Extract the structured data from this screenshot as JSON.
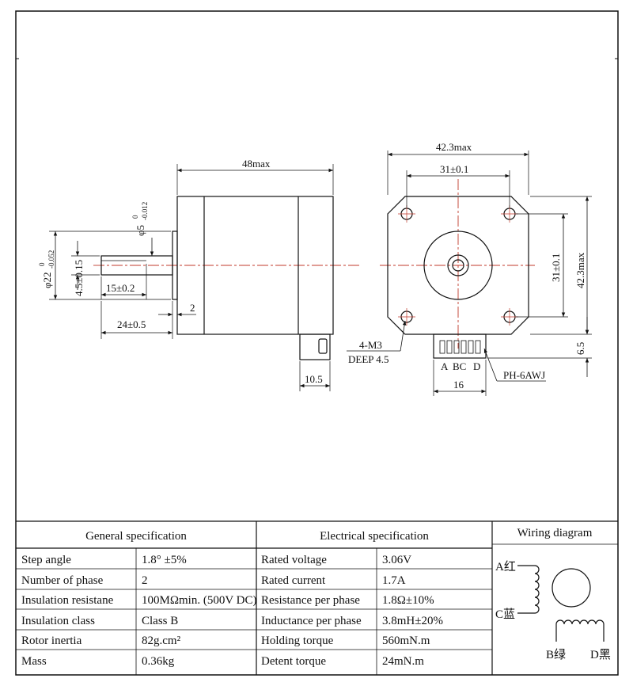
{
  "drawing": {
    "side_view": {
      "length_max": "48max",
      "shaft_dia": "φ5",
      "shaft_tol_upper": "0",
      "shaft_tol_lower": "-0.012",
      "boss_dia": "φ22",
      "boss_tol_upper": "0",
      "boss_tol_lower": "-0.052",
      "flat_depth": "4.5±0.15",
      "flat_length": "15±0.2",
      "shaft_length": "24±0.5",
      "boss_height": "2",
      "connector_width": "10.5"
    },
    "front_view": {
      "width_max": "42.3max",
      "hole_pitch_h": "31±0.1",
      "hole_pitch_v": "31±0.1",
      "height_max": "42.3max",
      "holes_label_1": "4-M3",
      "holes_label_2": "DEEP 4.5",
      "connector_offset": "6.5",
      "connector_width": "16",
      "connector_model": "PH-6AWJ",
      "pin_a": "A",
      "pin_bc": "BC",
      "pin_d": "D"
    }
  },
  "table": {
    "general_header": "General   specification",
    "electrical_header": "Electrical   specification",
    "wiring_header": "Wiring diagram",
    "general_rows": [
      {
        "label": "Step angle",
        "value": "1.8° ±5%"
      },
      {
        "label": "Number of phase",
        "value": "2"
      },
      {
        "label": "Insulation resistane",
        "value": "100MΩmin. (500V DC)"
      },
      {
        "label": "Insulation class",
        "value": "Class B"
      },
      {
        "label": "Rotor inertia",
        "value": "82g.cm²"
      },
      {
        "label": "Mass",
        "value": "0.36kg"
      }
    ],
    "electrical_rows": [
      {
        "label": "Rated voltage",
        "value": "3.06V"
      },
      {
        "label": "Rated current",
        "value": "1.7A"
      },
      {
        "label": "Resistance per phase",
        "value": "1.8Ω±10%"
      },
      {
        "label": "Inductance per phase",
        "value": "3.8mH±20%"
      },
      {
        "label": "Holding torque",
        "value": "560mN.m"
      },
      {
        "label": "Detent torque",
        "value": "24mN.m"
      }
    ],
    "wiring": {
      "a_label": "A红",
      "c_label": "C蓝",
      "b_label": "B绿",
      "d_label": "D黑"
    }
  }
}
